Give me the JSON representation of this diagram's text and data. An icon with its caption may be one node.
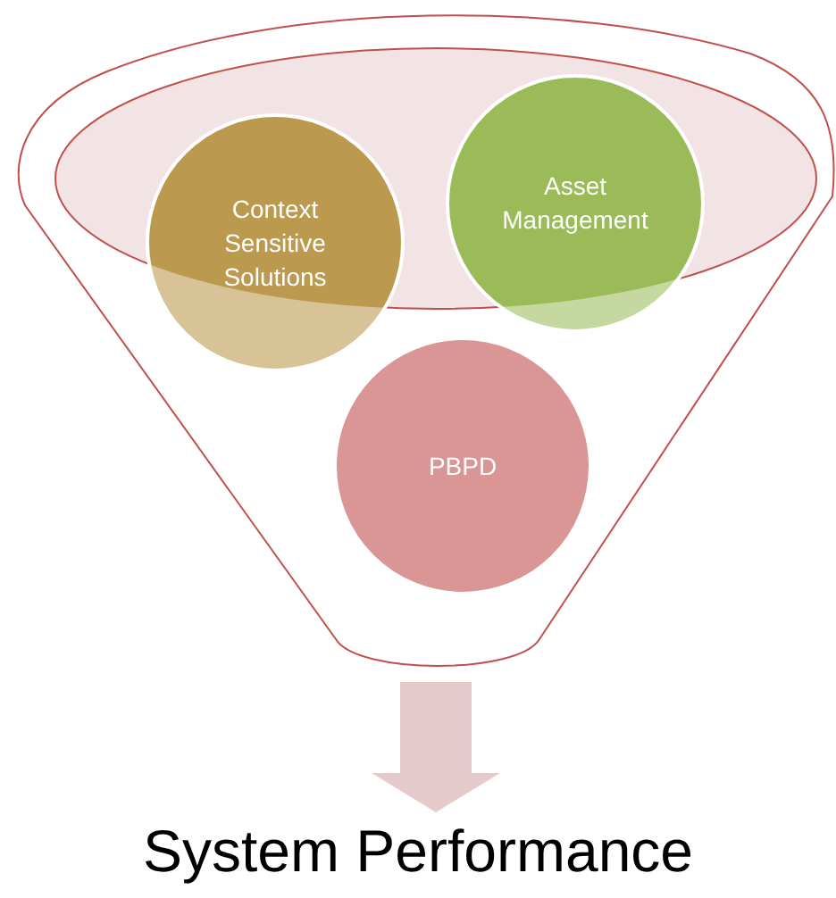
{
  "diagram": {
    "nodes": [
      {
        "text": [],
        "shape": "funnel"
      },
      {
        "text": [
          "Context Sensitive Solutions"
        ],
        "in": 0
      },
      {
        "text": [
          "Asset Management"
        ],
        "in": 0
      },
      {
        "text": [
          "PBPD"
        ],
        "in": 0
      },
      {
        "text": [
          "System Performance"
        ]
      }
    ],
    "edges": [
      {
        "from": 0,
        "to": 4,
        "arrow": "to",
        "style": "thick",
        "color": "#e6c9ca"
      }
    ]
  }
}
